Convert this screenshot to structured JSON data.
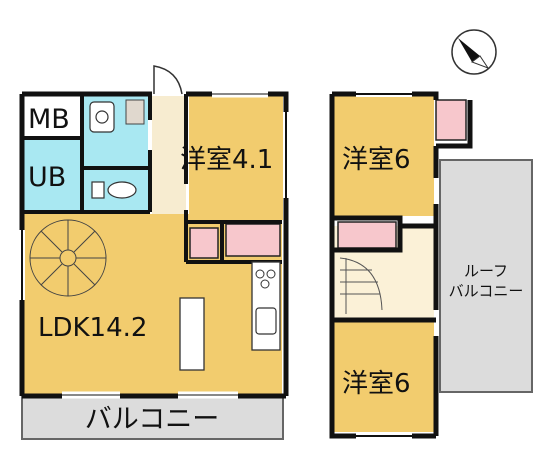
{
  "rooms": {
    "mb": "MB",
    "ub": "UB",
    "western_room_upper_left": "洋室4.1",
    "western_room_upper_right": "洋室6",
    "western_room_lower_right": "洋室6",
    "ldk": "LDK14.2"
  },
  "balconies": {
    "balcony_bottom": "バルコニー",
    "roof_balcony_line1": "ルーフ",
    "roof_balcony_line2": "バルコニー"
  },
  "icons": [
    "north-compass-icon",
    "spiral-staircase-icon",
    "toilet-icon",
    "kitchen-sink-icon",
    "stove-icon",
    "washbasin-icon"
  ],
  "colors": {
    "room_yellow": "#f2cc6e",
    "bath_cyan": "#a9e8f2",
    "storage_pink": "#f7c7cc",
    "stair_cream": "#fbf1d7",
    "corridor_cream": "#f7ecd0",
    "balcony_grey": "#dcdcdc",
    "wall": "#111111"
  }
}
